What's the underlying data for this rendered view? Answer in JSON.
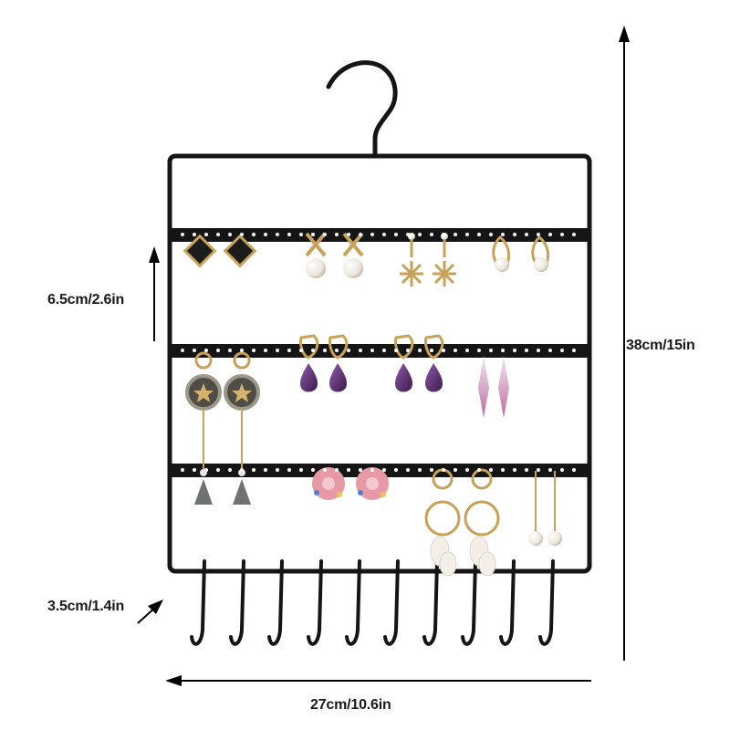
{
  "dimensions": {
    "bar_spacing": "6.5cm/2.6in",
    "total_height": "38cm/15in",
    "hook_length": "3.5cm/1.4in",
    "width": "27cm/10.6in"
  },
  "colors": {
    "frame": "#151515",
    "arrow": "#000000",
    "gold": "#c9a25a",
    "pearl": "#f3efe8",
    "purple": "#5b2d6e",
    "pink": "#e79aa6",
    "tassel": "#6f7273",
    "crystal": "#e7e7ea"
  },
  "product": {
    "hook_count": 10,
    "bar_count": 3
  }
}
